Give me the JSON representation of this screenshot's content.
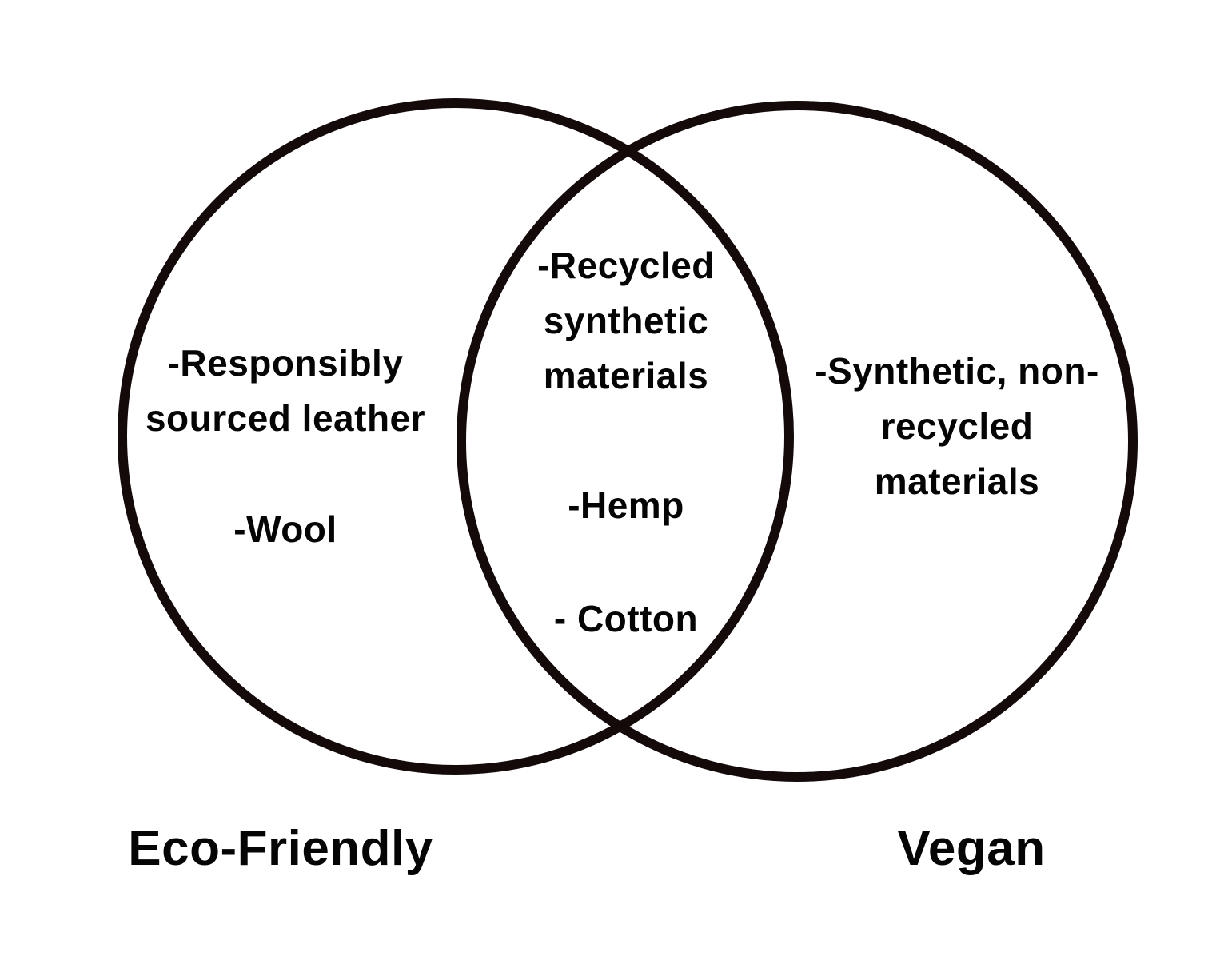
{
  "venn": {
    "background_color": "#ffffff",
    "stroke_color": "#140a0a",
    "text_color": "#050505",
    "left": {
      "label": "Eco-Friendly",
      "items": [
        "-Responsibly sourced leather",
        "-Wool"
      ]
    },
    "right": {
      "label": "Vegan",
      "items": [
        "-Synthetic, non-recycled materials"
      ]
    },
    "intersection": {
      "items": [
        "-Recycled synthetic materials",
        "-Hemp",
        "- Cotton"
      ]
    }
  }
}
